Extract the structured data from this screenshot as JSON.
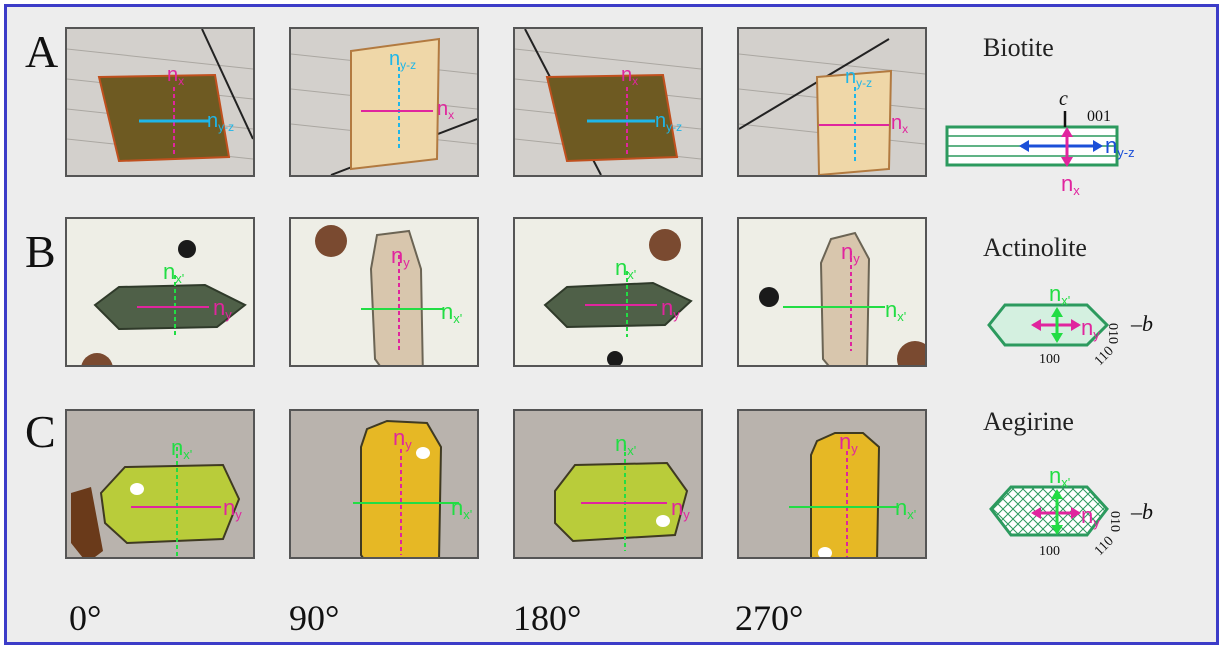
{
  "rows": [
    {
      "label": "A",
      "mineral": "Biotite"
    },
    {
      "label": "B",
      "mineral": "Actinolite"
    },
    {
      "label": "C",
      "mineral": "Aegirine"
    }
  ],
  "angles": [
    "0°",
    "90°",
    "180°",
    "270°"
  ],
  "optic_labels": {
    "nx": "nx",
    "n": "n",
    "x_sub": "x",
    "yz_sub": "y-z",
    "y_sub": "y",
    "xp_sub": "x'"
  },
  "biotite_schematic": {
    "c_axis": "c",
    "face": "001"
  },
  "actinolite_schematic": {
    "faces": [
      "010",
      "110",
      "100"
    ],
    "axis": "b"
  },
  "aegirine_schematic": {
    "faces": [
      "010",
      "110",
      "100"
    ],
    "axis": "b"
  },
  "colors": {
    "magenta": "#e0259e",
    "cyan": "#1fb6e8",
    "green": "#22dd44",
    "blue": "#1b4fd8",
    "frame": "#3c3cc8",
    "biotite_dark": "#6e5a22",
    "biotite_light": "#efd7a8",
    "actinolite_dark": "#4f6048",
    "actinolite_light": "#d8c6ad",
    "aegirine_green": "#b9cc3a",
    "aegirine_yellow": "#e6b825",
    "schematic_green": "#2c9a5e"
  }
}
